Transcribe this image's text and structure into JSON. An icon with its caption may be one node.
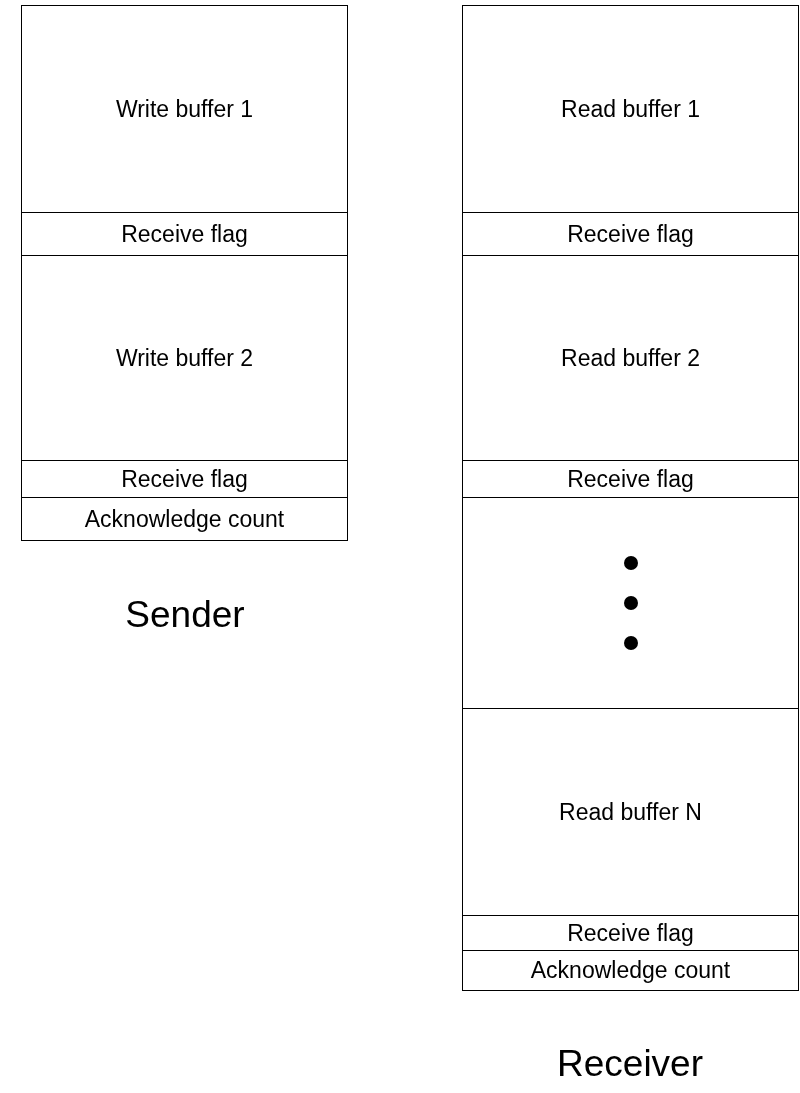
{
  "diagram": {
    "nodes": [
      {
        "text": [
          "Sender"
        ]
      },
      {
        "text": [
          "Write buffer 1"
        ],
        "in": 0
      },
      {
        "text": [
          "Receive flag"
        ],
        "in": 0
      },
      {
        "text": [
          "Write buffer 2"
        ],
        "in": 0
      },
      {
        "text": [
          "Receive flag"
        ],
        "in": 0
      },
      {
        "text": [
          "Acknowledge count"
        ],
        "in": 0
      },
      {
        "text": [
          "Receiver"
        ]
      },
      {
        "text": [
          "Read buffer 1"
        ],
        "in": 6
      },
      {
        "text": [
          "Receive flag"
        ],
        "in": 6
      },
      {
        "text": [
          "Read buffer 2"
        ],
        "in": 6
      },
      {
        "text": [
          "Receive flag"
        ],
        "in": 6
      },
      {
        "text": [],
        "shape": "box",
        "in": 6
      },
      {
        "text": [
          "Read buffer N"
        ],
        "in": 6
      },
      {
        "text": [
          "Receive flag"
        ],
        "in": 6
      },
      {
        "text": [
          "Acknowledge count"
        ],
        "in": 6
      }
    ]
  }
}
